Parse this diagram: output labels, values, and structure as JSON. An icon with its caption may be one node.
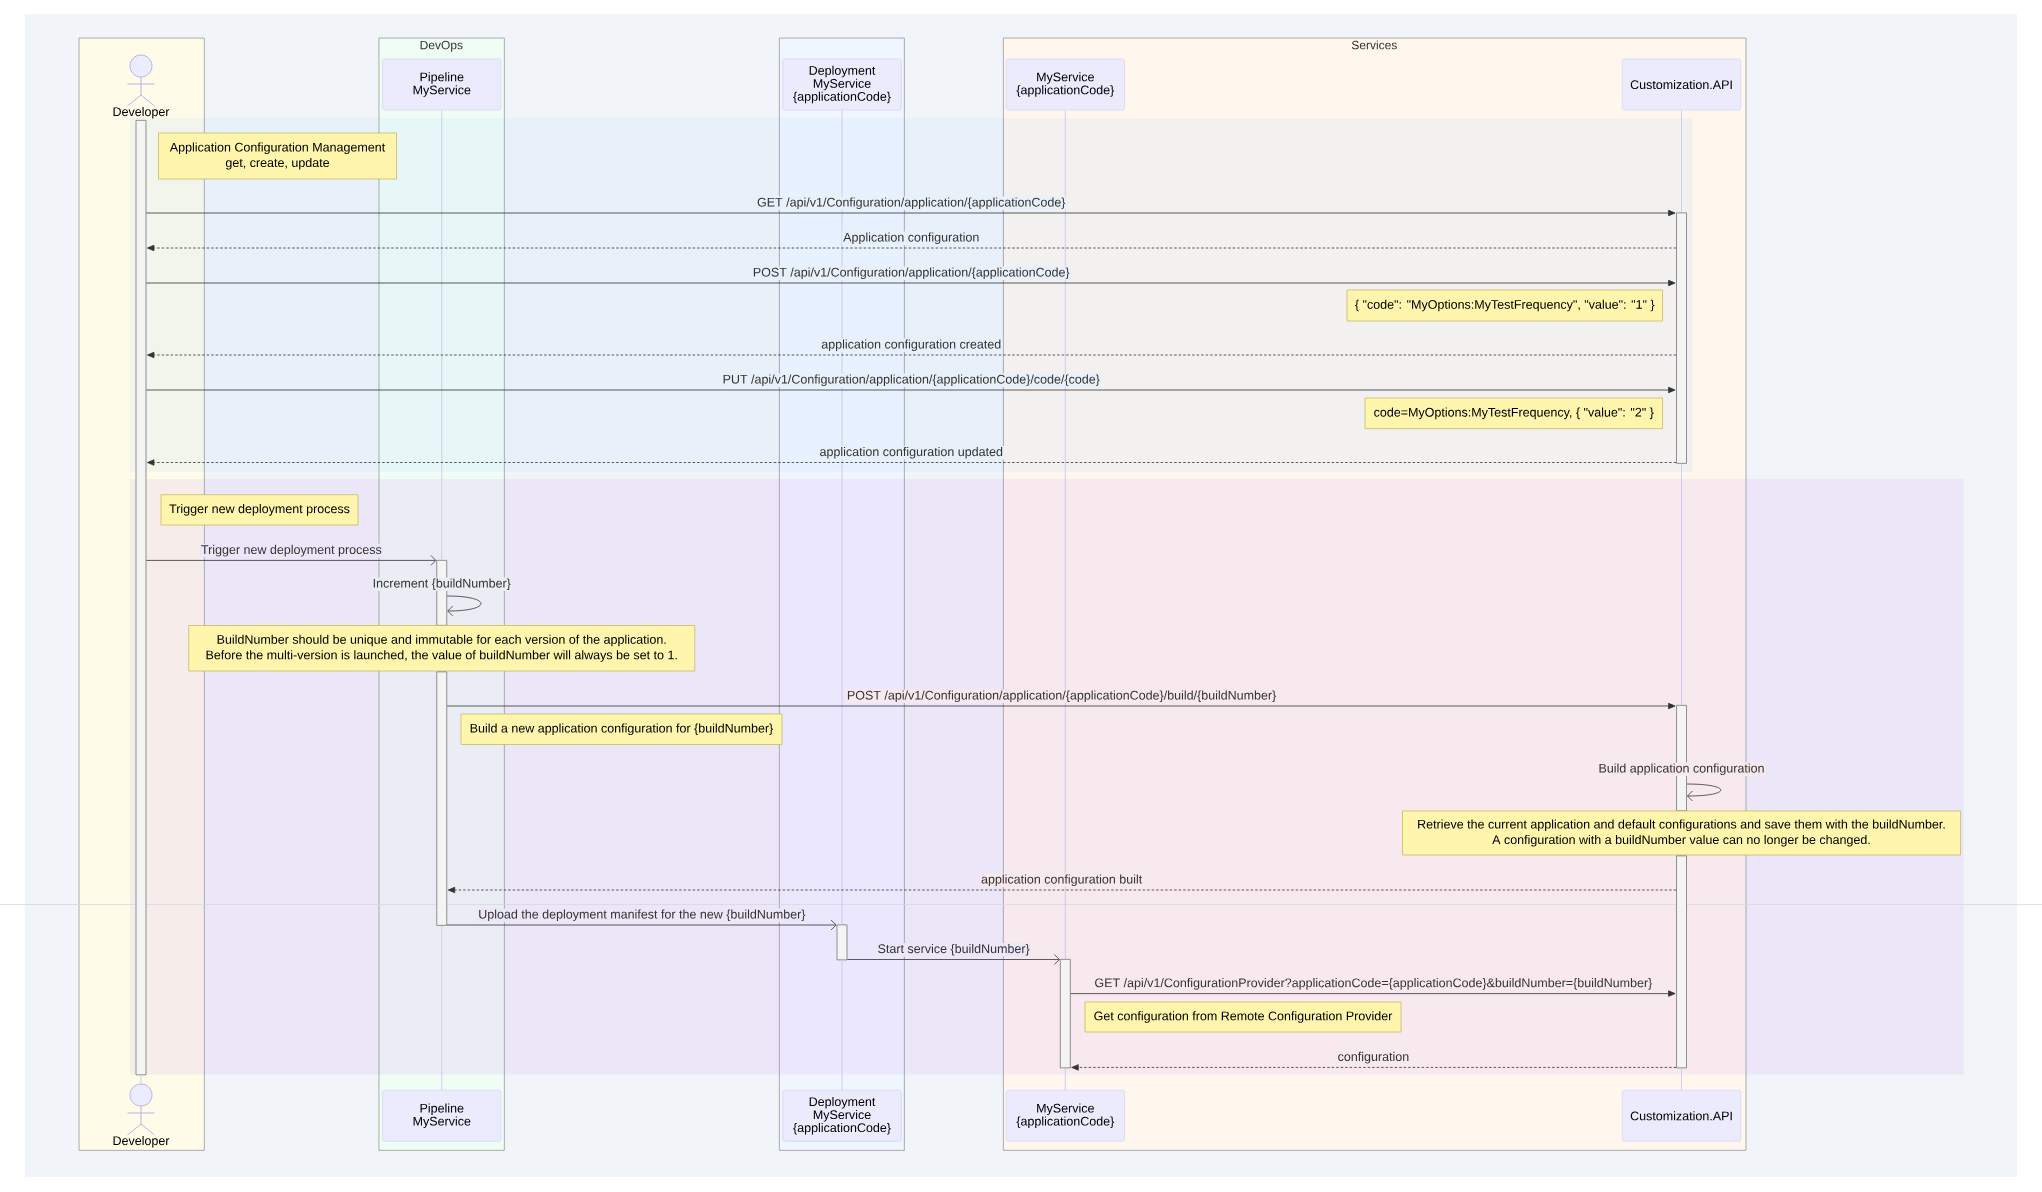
{
  "diagram": {
    "nodes": [
      {
        "text": [],
        "shape": "box"
      },
      {
        "text": [
          "Developer"
        ],
        "in": 0
      },
      {
        "text": [
          "DevOps"
        ]
      },
      {
        "text": [
          "Pipeline MyService"
        ],
        "in": 2
      },
      {
        "text": [],
        "shape": "box"
      },
      {
        "text": [
          "Deployment MyService {applicationCode}"
        ],
        "in": 4
      },
      {
        "text": [
          "Services"
        ]
      },
      {
        "text": [
          "MyService {applicationCode}"
        ],
        "in": 6
      },
      {
        "text": [
          "Customization.API"
        ],
        "in": 6
      },
      {
        "text": [],
        "shape": "bar",
        "in": 0
      },
      {
        "text": [
          "Application Configuration Management get, create, update"
        ]
      },
      {
        "text": [],
        "shape": "bar",
        "in": 6
      },
      {
        "text": [
          "{ \"code\": \"MyOptions:MyTestFrequency\", \"value\": \"1\" }"
        ],
        "in": 6
      },
      {
        "text": [
          "code=MyOptions:MyTestFrequency, { \"value\": \"2\" }"
        ],
        "in": 6
      },
      {
        "text": [
          "Trigger new deployment process"
        ]
      },
      {
        "text": [],
        "shape": "bar",
        "in": 2
      },
      {
        "text": [
          "BuildNumber should be unique and immutable for each version of the application. Before the multi-version is launched, the value of buildNumber will always be set to 1."
        ]
      },
      {
        "text": [],
        "shape": "bar",
        "in": 2
      },
      {
        "text": [],
        "shape": "bar",
        "in": 6
      },
      {
        "text": [
          "Build a new application configuration for {buildNumber}"
        ]
      },
      {
        "text": [
          "Retrieve the current application and default configurations and save them with the buildNumber. A configuration with a buildNumber value can no longer be changed."
        ]
      },
      {
        "text": [],
        "shape": "bar",
        "in": 6
      },
      {
        "text": [],
        "shape": "bar",
        "in": 4
      },
      {
        "text": [],
        "shape": "bar",
        "in": 6
      },
      {
        "text": [
          "Get configuration from Remote Configuration Provider"
        ],
        "in": 6
      },
      {
        "text": [
          "Developer"
        ],
        "in": 0
      },
      {
        "text": [
          "Pipeline MyService"
        ],
        "in": 2
      },
      {
        "text": [
          "Deployment MyService {applicationCode}"
        ],
        "in": 4
      },
      {
        "text": [
          "MyService {applicationCode}"
        ],
        "in": 6
      },
      {
        "text": [
          "Customization.API"
        ],
        "in": 6
      }
    ],
    "edges": [
      {
        "from": 9,
        "to": 25,
        "arrow": "none",
        "color": "#c7c2ee"
      },
      {
        "from": 3,
        "to": 15,
        "arrow": "none",
        "color": "#c7c2ee"
      },
      {
        "from": 17,
        "to": 26,
        "arrow": "none",
        "color": "#c7c2ee"
      },
      {
        "from": 5,
        "to": 22,
        "arrow": "none",
        "color": "#c7c2ee"
      },
      {
        "from": 22,
        "to": 27,
        "arrow": "none",
        "color": "#c7c2ee"
      },
      {
        "from": 7,
        "to": 23,
        "arrow": "none",
        "color": "#c7c2ee"
      },
      {
        "from": 23,
        "to": 28,
        "arrow": "none",
        "color": "#c7c2ee"
      },
      {
        "from": 8,
        "to": 11,
        "arrow": "none",
        "color": "#c7c2ee"
      },
      {
        "from": 11,
        "to": 18,
        "arrow": "none",
        "color": "#c7c2ee"
      },
      {
        "from": 21,
        "to": 29,
        "arrow": "none",
        "color": "#c7c2ee"
      },
      {
        "from": 9,
        "to": 11,
        "arrow": "to",
        "label": "GET /api/v1/Configuration/application/{applicationCode}"
      },
      {
        "from": 11,
        "to": 9,
        "arrow": "to",
        "style": "dashed",
        "label": "Application configuration"
      },
      {
        "from": 9,
        "to": 11,
        "arrow": "to",
        "label": "POST /api/v1/Configuration/application/{applicationCode}"
      },
      {
        "from": 11,
        "to": 9,
        "arrow": "to",
        "style": "dashed",
        "label": "application configuration created"
      },
      {
        "from": 9,
        "to": 11,
        "arrow": "to",
        "label": "PUT /api/v1/Configuration/application/{applicationCode}/code/{code}"
      },
      {
        "from": 11,
        "to": 9,
        "arrow": "to",
        "style": "dashed",
        "label": "application configuration updated"
      },
      {
        "from": 9,
        "to": 15,
        "arrow": "to",
        "label": "Trigger new deployment process"
      },
      {
        "from": 15,
        "to": 15,
        "arrow": "to",
        "label": "Increment {buildNumber}"
      },
      {
        "from": 17,
        "to": 18,
        "arrow": "to",
        "label": "POST /api/v1/Configuration/application/{applicationCode}/build/{buildNumber}"
      },
      {
        "from": 18,
        "to": 18,
        "arrow": "to",
        "label": "Build application configuration"
      },
      {
        "from": 21,
        "to": 17,
        "arrow": "to",
        "style": "dashed",
        "label": "application configuration built"
      },
      {
        "from": 17,
        "to": 22,
        "arrow": "to",
        "label": "Upload the deployment manifest for the new {buildNumber}"
      },
      {
        "from": 22,
        "to": 23,
        "arrow": "to",
        "label": "Start service {buildNumber}"
      },
      {
        "from": 23,
        "to": 21,
        "arrow": "to",
        "label": "GET /api/v1/ConfigurationProvider?applicationCode={applicationCode}&buildNumber={buildNumber}"
      },
      {
        "from": 21,
        "to": 23,
        "arrow": "to",
        "style": "dashed",
        "label": "configuration"
      }
    ]
  }
}
